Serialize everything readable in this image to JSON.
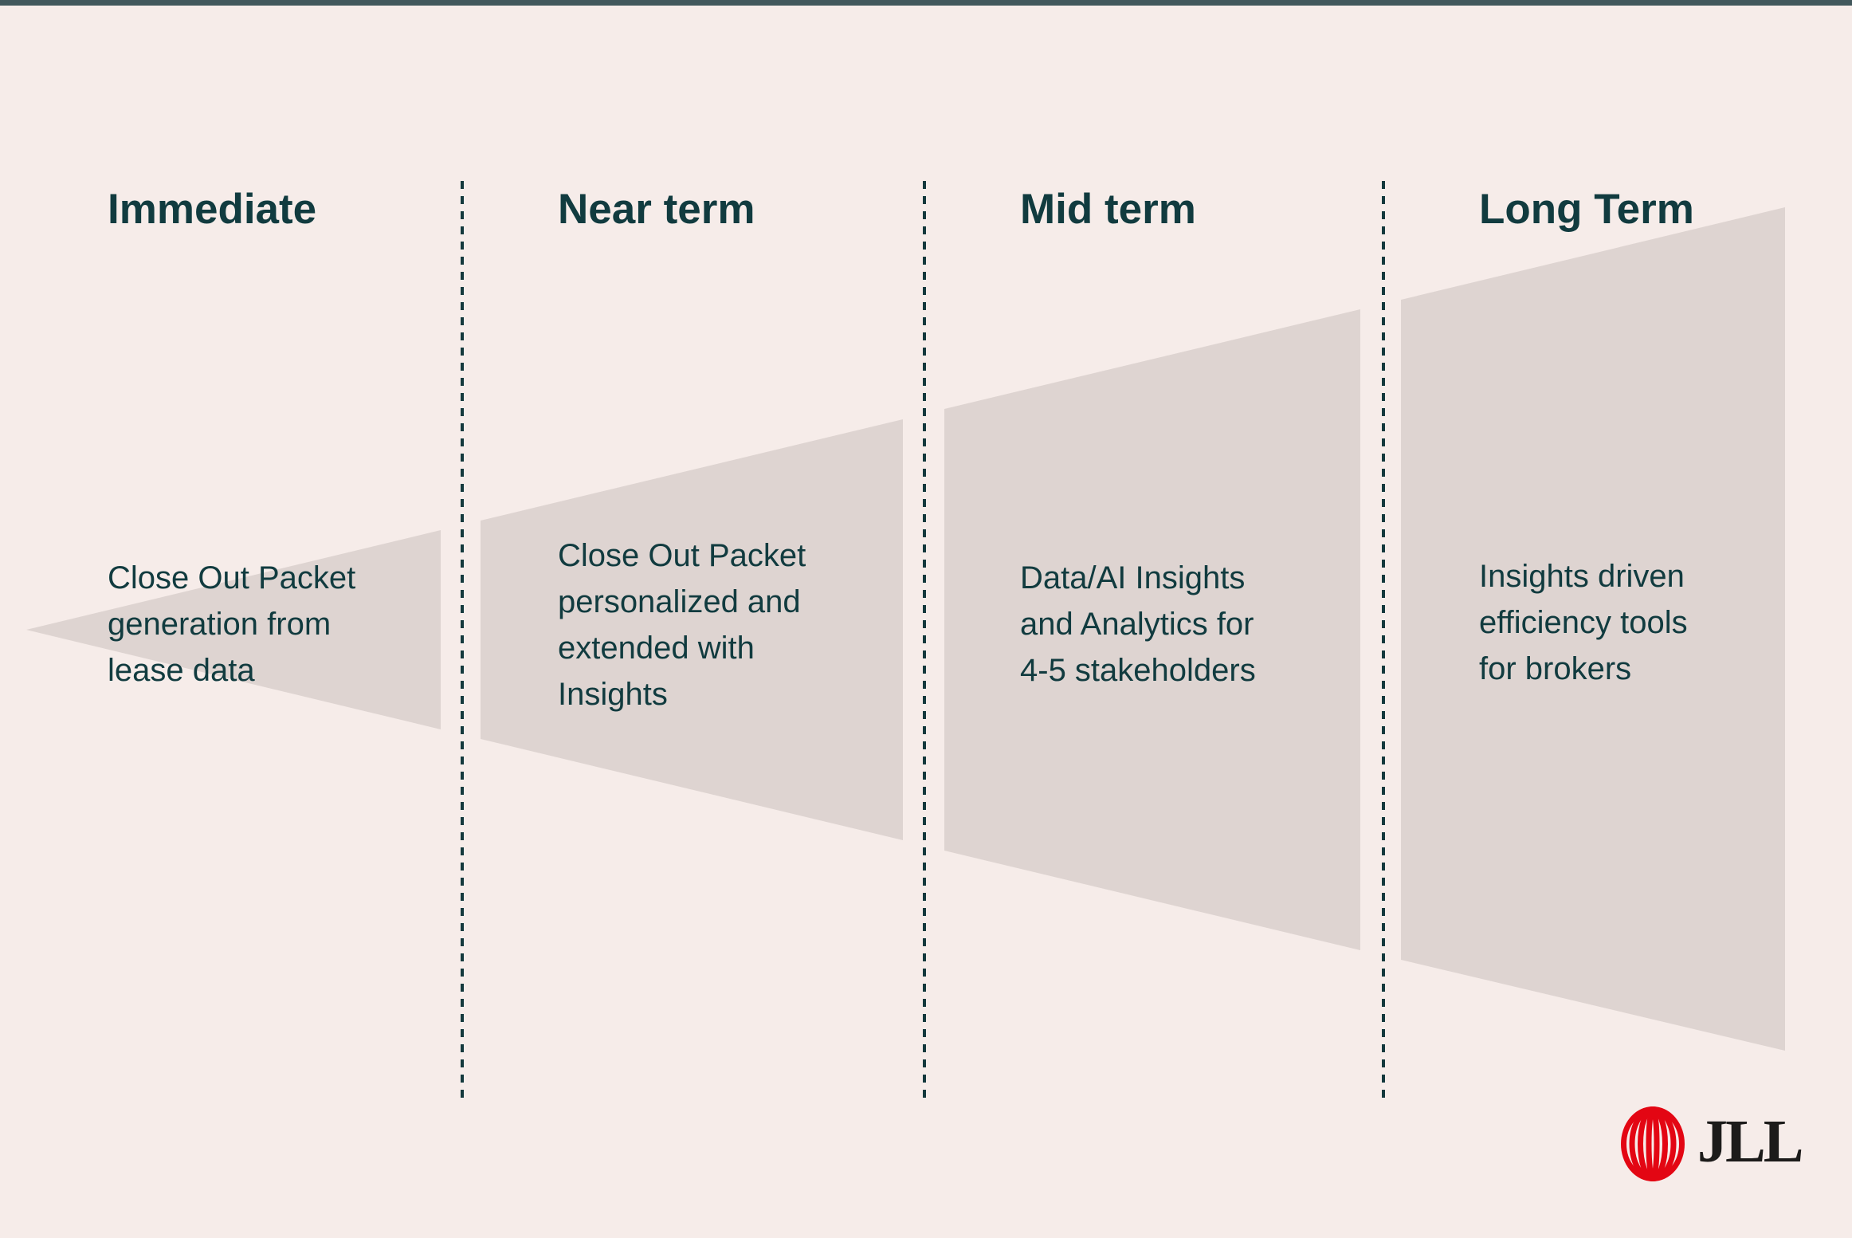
{
  "title": "Roadmap phases diagram",
  "colors": {
    "background": "#f6ece9",
    "top_bar": "#42585c",
    "wedge": "#ded4d1",
    "text": "#113b3f",
    "divider": "#14393d",
    "logo_red": "#e30613",
    "logo_text": "#1c1b1a"
  },
  "columns": [
    {
      "heading": "Immediate",
      "body": "Close Out Packet\ngeneration from\nlease data"
    },
    {
      "heading": "Near term",
      "body": "Close Out Packet\npersonalized and\nextended with\nInsights"
    },
    {
      "heading": "Mid term",
      "body": "Data/AI Insights\nand Analytics for\n4-5 stakeholders"
    },
    {
      "heading": "Long Term",
      "body": "Insights driven\nefficiency tools\nfor brokers"
    }
  ],
  "logo": {
    "wordmark": "JLL",
    "mark": "jll-globe-mark"
  }
}
